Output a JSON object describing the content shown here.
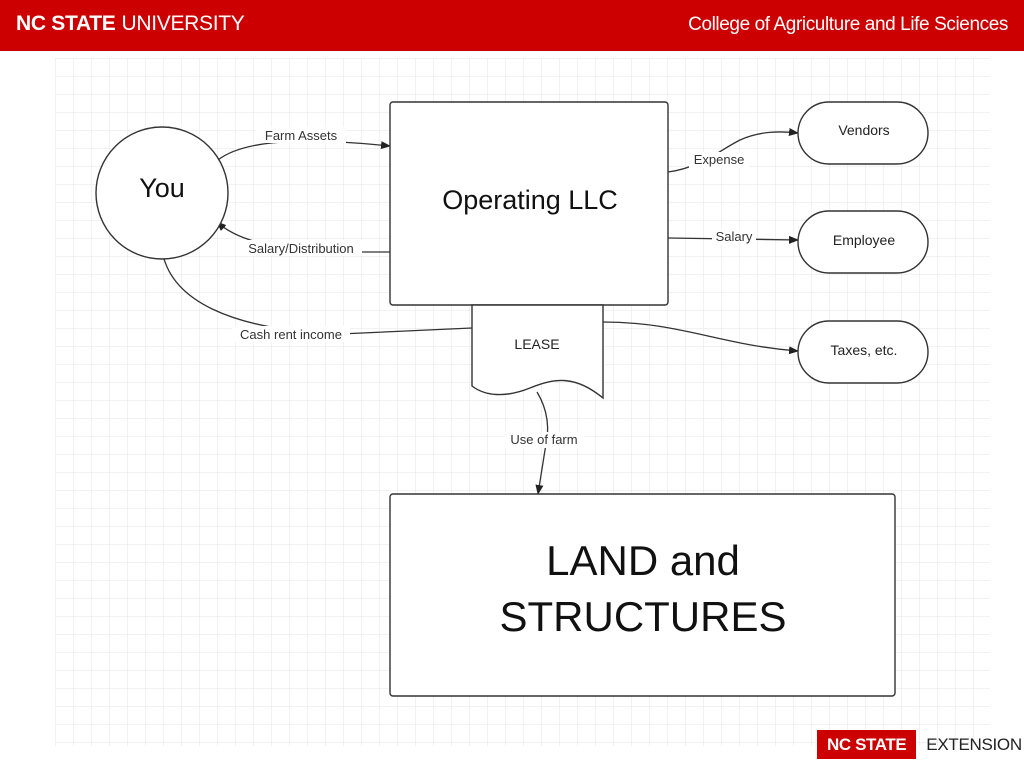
{
  "header": {
    "brand_strong": "NC STATE",
    "brand_light": "UNIVERSITY",
    "college": "College of Agriculture and Life Sciences"
  },
  "diagram": {
    "nodes": {
      "you": "You",
      "operating": "Operating LLC",
      "vendors": "Vendors",
      "employee": "Employee",
      "taxes": "Taxes, etc.",
      "lease": "LEASE",
      "land_line1": "LAND and",
      "land_line2": "STRUCTURES"
    },
    "edges": {
      "farm_assets": "Farm Assets",
      "salary_distribution": "Salary/Distribution",
      "cash_rent_income": "Cash rent income",
      "expense": "Expense",
      "salary": "Salary",
      "use_of_farm": "Use of farm"
    }
  },
  "footer": {
    "logo_red": "NC STATE",
    "logo_text": "EXTENSION"
  },
  "colors": {
    "brand_red": "#cc0000",
    "grid": "#e6e6e6",
    "line": "#333333"
  }
}
